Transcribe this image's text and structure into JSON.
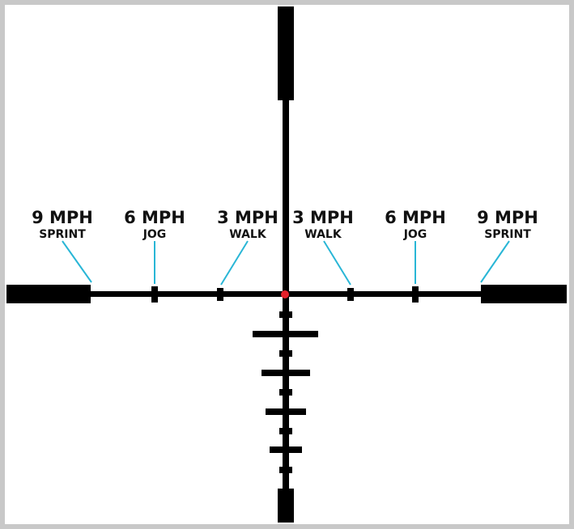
{
  "colors": {
    "frame": "#c8c8c8",
    "reticle": "#000000",
    "leader": "#29b6d6",
    "center_dot": "#e5202a"
  },
  "labels": {
    "left_9": {
      "speed": "9 MPH",
      "activity": "SPRINT"
    },
    "left_6": {
      "speed": "6 MPH",
      "activity": "JOG"
    },
    "left_3": {
      "speed": "3 MPH",
      "activity": "WALK"
    },
    "right_3": {
      "speed": "3 MPH",
      "activity": "WALK"
    },
    "right_6": {
      "speed": "6 MPH",
      "activity": "JOG"
    },
    "right_9": {
      "speed": "9 MPH",
      "activity": "SPRINT"
    }
  }
}
